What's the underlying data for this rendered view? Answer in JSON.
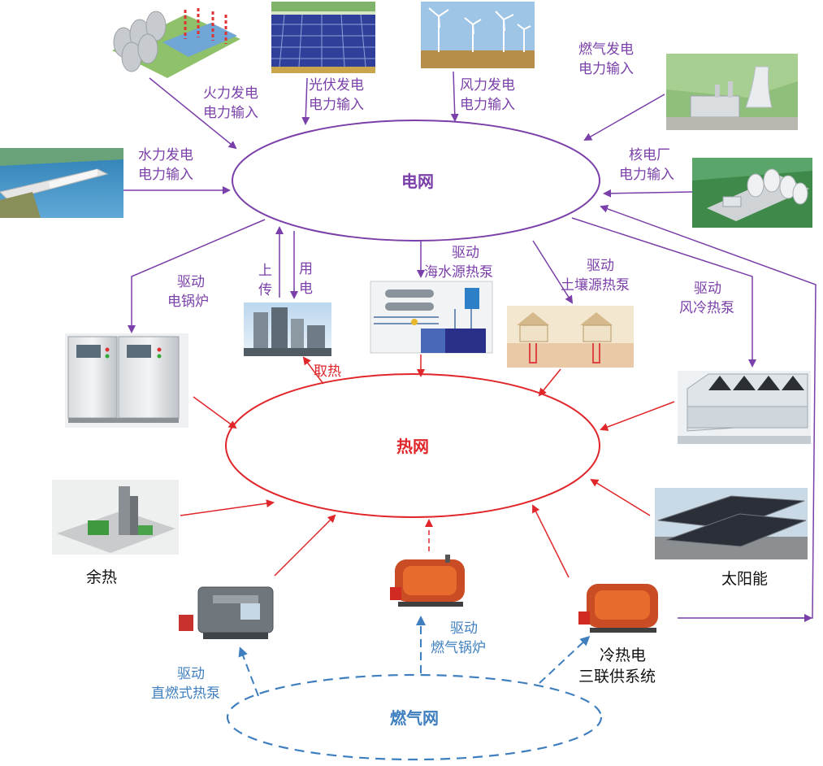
{
  "hubs": {
    "power_grid": "电网",
    "heat_grid": "热网",
    "gas_grid": "燃气网"
  },
  "power_inputs": {
    "thermal": [
      "火力发电",
      "电力输入"
    ],
    "pv": [
      "光伏发电",
      "电力输入"
    ],
    "wind": [
      "风力发电",
      "电力输入"
    ],
    "gas_power": [
      "燃气发电",
      "电力输入"
    ],
    "hydro": [
      "水力发电",
      "电力输入"
    ],
    "nuclear": [
      "核电厂",
      "电力输入"
    ]
  },
  "drives": {
    "electric_boiler": [
      "驱动",
      "电锅炉"
    ],
    "upload": [
      "上",
      "传"
    ],
    "use_power": [
      "用",
      "电"
    ],
    "seawater_hp": [
      "驱动",
      "海水源热泵"
    ],
    "ground_hp": [
      "驱动",
      "土壤源热泵"
    ],
    "air_hp": [
      "驱动",
      "风冷热泵"
    ]
  },
  "heat_labels": {
    "take_heat": "取热",
    "waste_heat": "余热",
    "solar": "太阳能",
    "cchp": [
      "冷热电",
      "三联供系统"
    ]
  },
  "gas_drives": {
    "direct_fired_hp": [
      "驱动",
      "直燃式热泵"
    ],
    "gas_boiler": [
      "驱动",
      "燃气锅炉"
    ]
  },
  "colors": {
    "power": "#7a3fa8",
    "heat": "#e0262a",
    "gas": "#3f7fbf"
  }
}
